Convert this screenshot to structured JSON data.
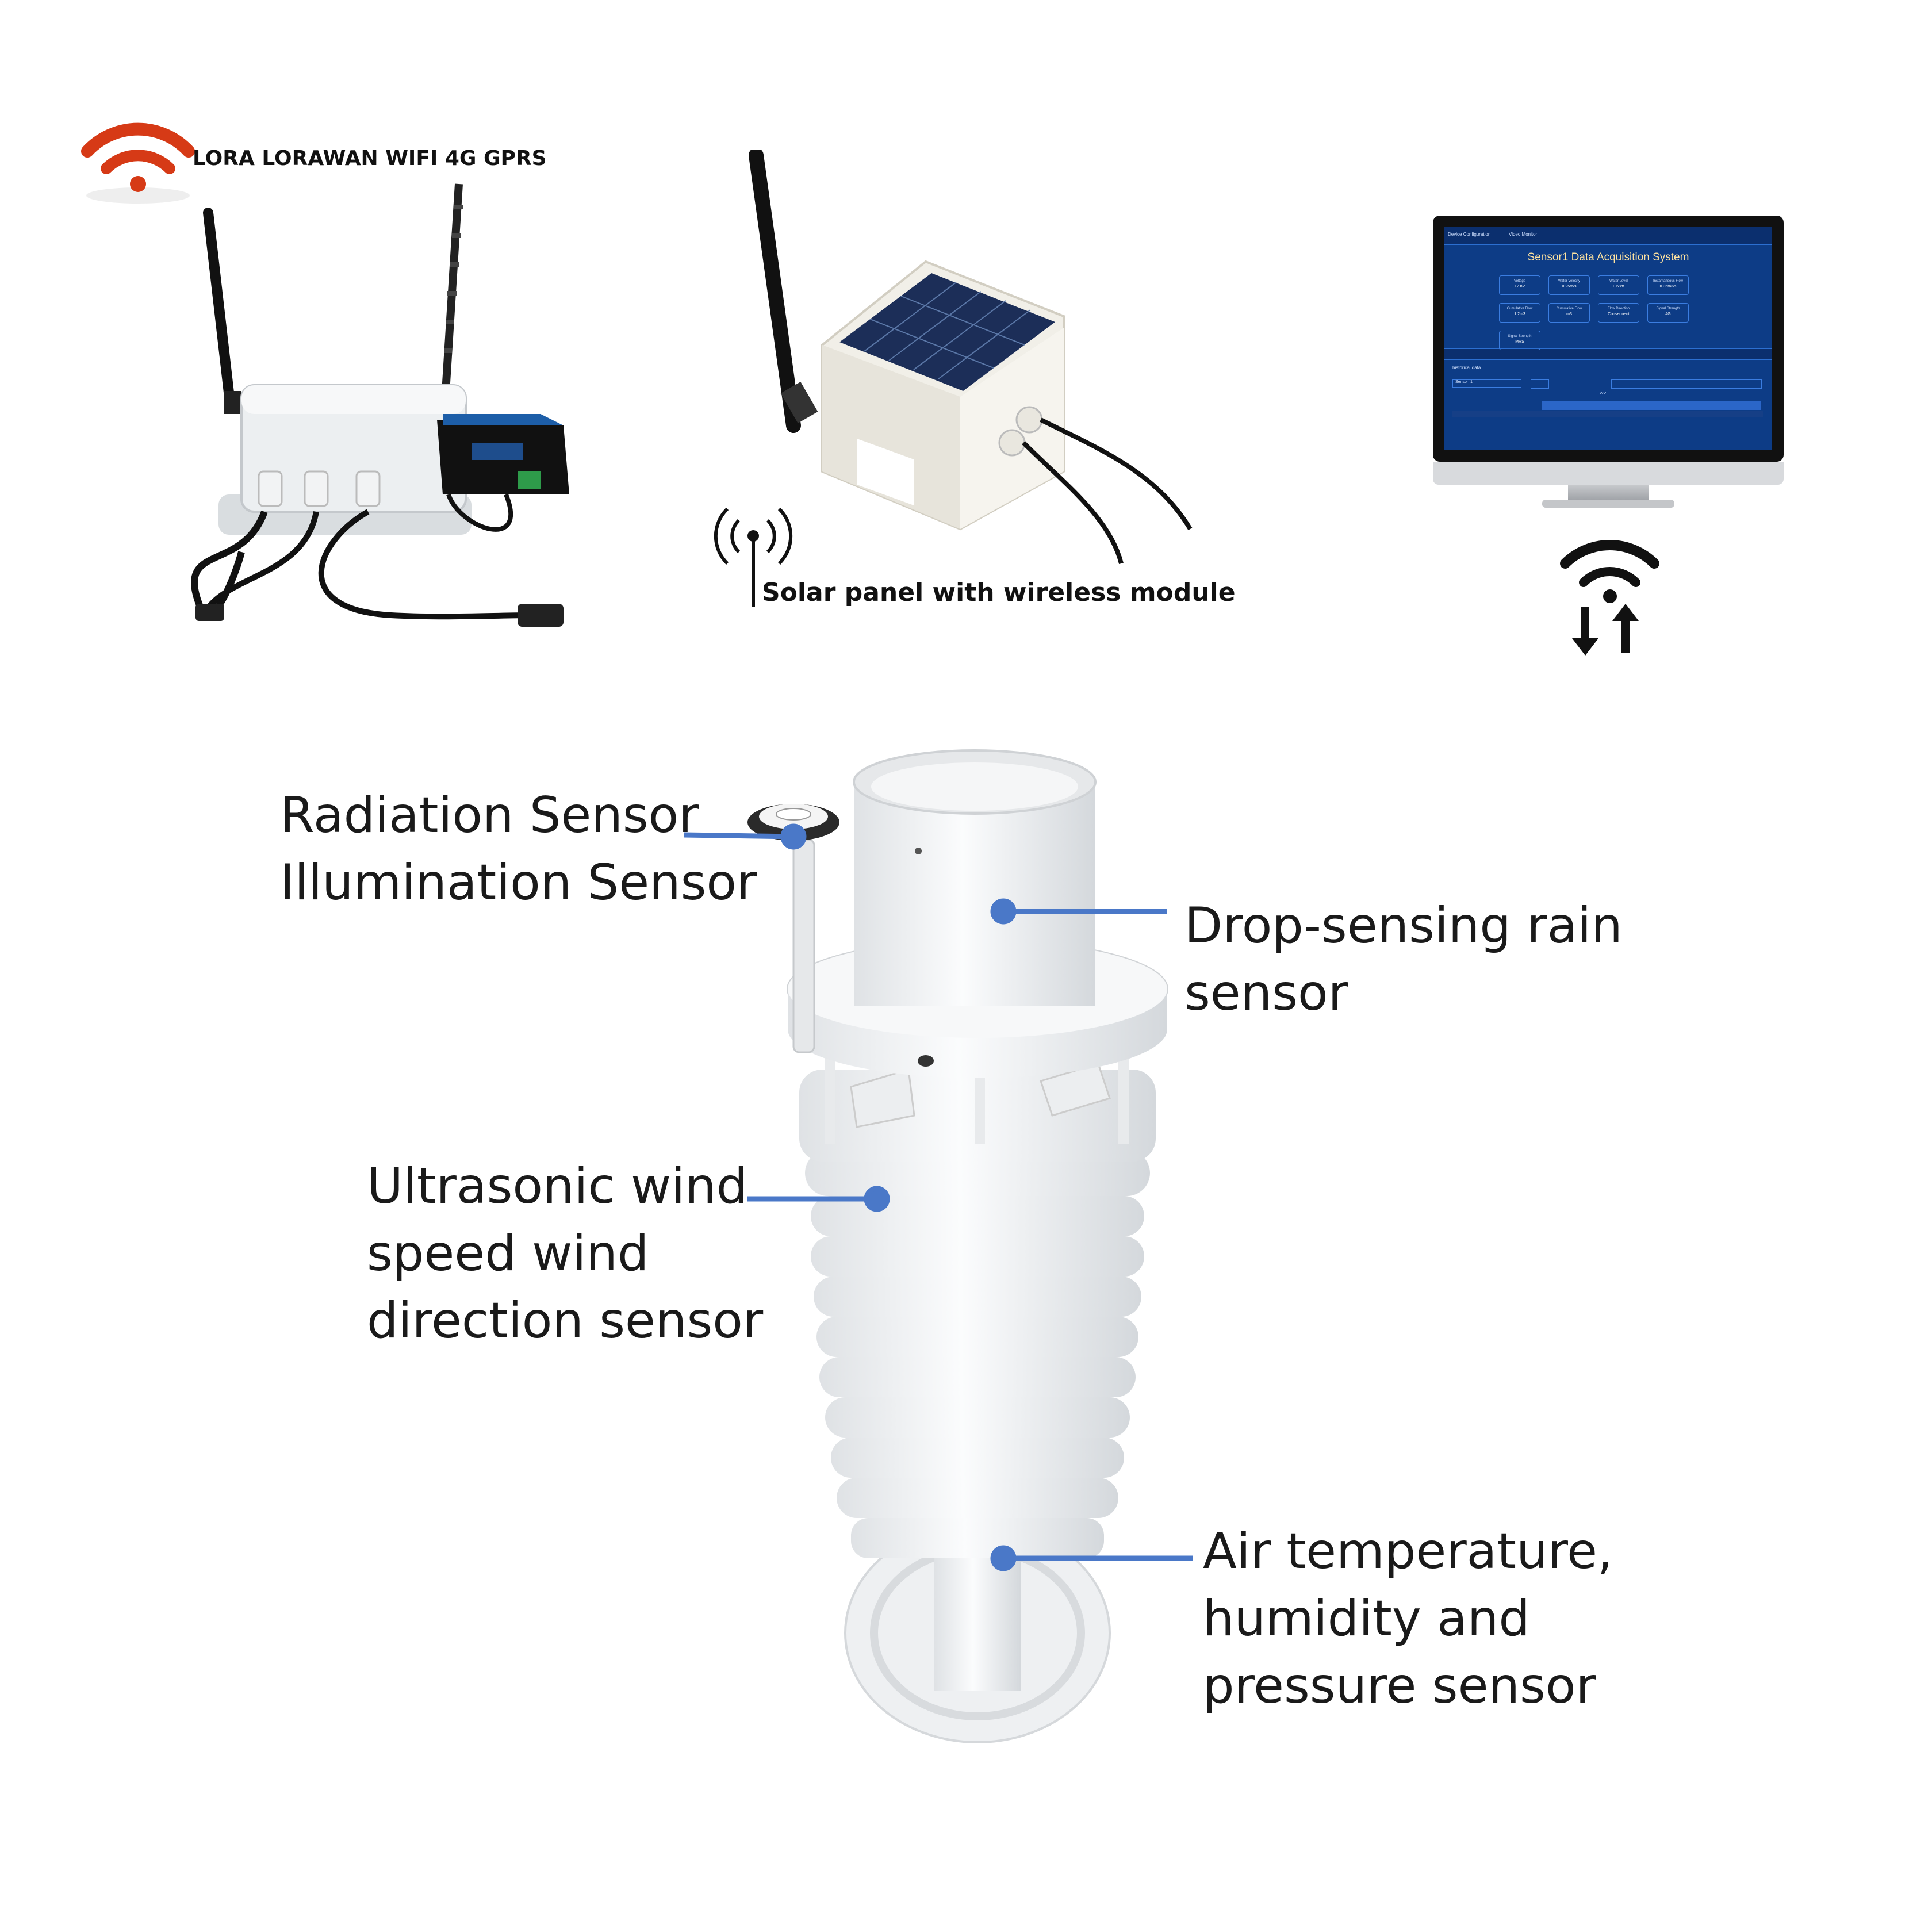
{
  "top": {
    "connectivity_label": "LORA LORAWAN WIFI 4G GPRS",
    "solar_label": "Solar panel with wireless module"
  },
  "monitor": {
    "tab_device": "Device Configuration",
    "tab_video": "Video Monitor",
    "title": "Sensor1 Data Acquisition System",
    "cards": [
      {
        "label": "Voltage",
        "value": "12.8V"
      },
      {
        "label": "Water Velocity",
        "value": "0.25m/s"
      },
      {
        "label": "Water Level",
        "value": "0.68m"
      },
      {
        "label": "Instantaneous Flow",
        "value": "0.36m3/s"
      },
      {
        "label": "Cumulative Flow",
        "value": "1.2m3"
      },
      {
        "label": "Cumulative Flow",
        "value": "m3"
      },
      {
        "label": "Flow Direction",
        "value": "Consequent"
      },
      {
        "label": "Signal Strength",
        "value": "4G"
      },
      {
        "label": "Signal Strength",
        "value": "MRS"
      }
    ],
    "history_title": "historical data",
    "select_value": "Sensor_1",
    "legend_item": "WV"
  },
  "callouts": {
    "radiation": "Radiation Sensor\nIllumination Sensor",
    "rain": "Drop-sensing rain\nsensor",
    "wind": "Ultrasonic wind\nspeed wind\ndirection sensor",
    "temp": "Air temperature,\nhumidity and\npressure sensor"
  },
  "colors": {
    "wifi_red": "#d63a16",
    "callout_blue": "#4a78c8",
    "monitor_blue": "#0d3c86",
    "solar_cell": "#1c2e58"
  }
}
